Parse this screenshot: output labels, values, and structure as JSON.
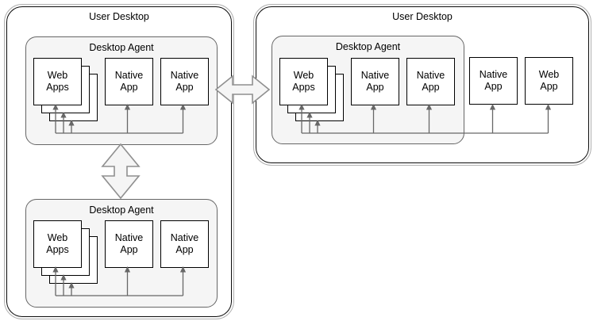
{
  "left_desktop": {
    "label": "User Desktop",
    "top_agent": {
      "label": "Desktop Agent",
      "web_apps_label": "Web Apps",
      "native_app_1_label": "Native App",
      "native_app_2_label": "Native App"
    },
    "bottom_agent": {
      "label": "Desktop Agent",
      "web_apps_label": "Web Apps",
      "native_app_1_label": "Native App",
      "native_app_2_label": "Native App"
    }
  },
  "right_desktop": {
    "label": "User Desktop",
    "agent": {
      "label": "Desktop Agent",
      "web_apps_label": "Web Apps",
      "native_app_1_label": "Native App",
      "native_app_2_label": "Native App"
    },
    "outside_native_app_label": "Native App",
    "outside_web_app_label": "Web App"
  },
  "colors": {
    "background": "#ffffff",
    "desktop_border": "#0c0c0c",
    "desktop_sketch": "#b0b0b0",
    "agent_fill": "#f5f5f5",
    "agent_border": "#666666",
    "box_border": "#000000",
    "connector": "#676767",
    "fat_arrow_fill": "#f5f5f5",
    "fat_arrow_stroke": "#8f8f8f"
  }
}
